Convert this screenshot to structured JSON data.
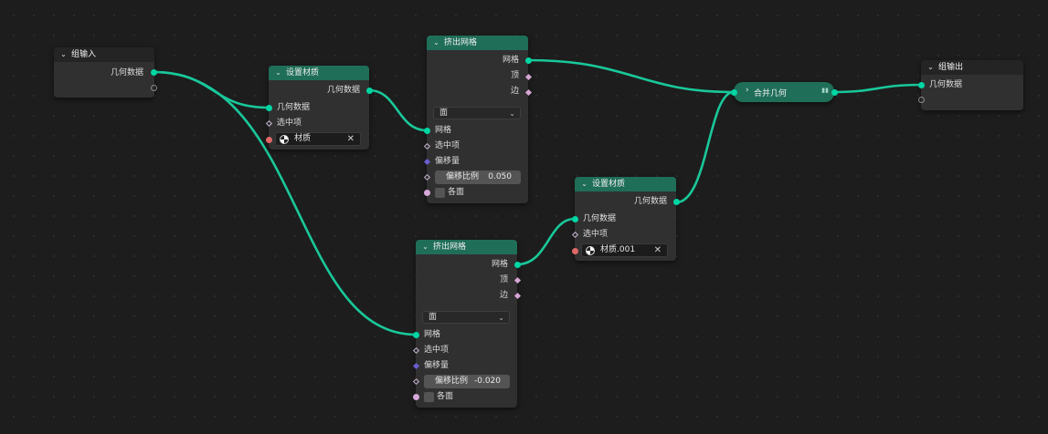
{
  "colors": {
    "background": "#1d1d1d",
    "node_body": "#303030",
    "header_green": "#1f6e58",
    "header_gray": "#242424",
    "link_green": "#19c89a",
    "geometry_socket": "#00d6a3",
    "material_socket": "#e06868",
    "field_bg": "#545454"
  },
  "group_input": {
    "title": "组输入",
    "out_geometry": "几何数据"
  },
  "set_material_1": {
    "title": "设置材质",
    "out_geometry": "几何数据",
    "in_geometry": "几何数据",
    "in_selection": "选中项",
    "material": "材质"
  },
  "extrude_mesh_1": {
    "title": "挤出网格",
    "out_mesh": "网格",
    "out_top": "顶",
    "out_side": "边",
    "mode": "面",
    "in_mesh": "网格",
    "in_selection": "选中项",
    "in_offset": "偏移量",
    "offset_scale_label": "偏移比例",
    "offset_scale_value": "0.050",
    "individual": "各面"
  },
  "extrude_mesh_2": {
    "title": "挤出网格",
    "out_mesh": "网格",
    "out_top": "顶",
    "out_side": "边",
    "mode": "面",
    "in_mesh": "网格",
    "in_selection": "选中项",
    "in_offset": "偏移量",
    "offset_scale_label": "偏移比例",
    "offset_scale_value": "-0.020",
    "individual": "各面"
  },
  "set_material_2": {
    "title": "设置材质",
    "out_geometry": "几何数据",
    "in_geometry": "几何数据",
    "in_selection": "选中项",
    "material": "材质.001"
  },
  "join_geometry": {
    "title": "合并几何"
  },
  "group_output": {
    "title": "组输出",
    "in_geometry": "几何数据"
  }
}
